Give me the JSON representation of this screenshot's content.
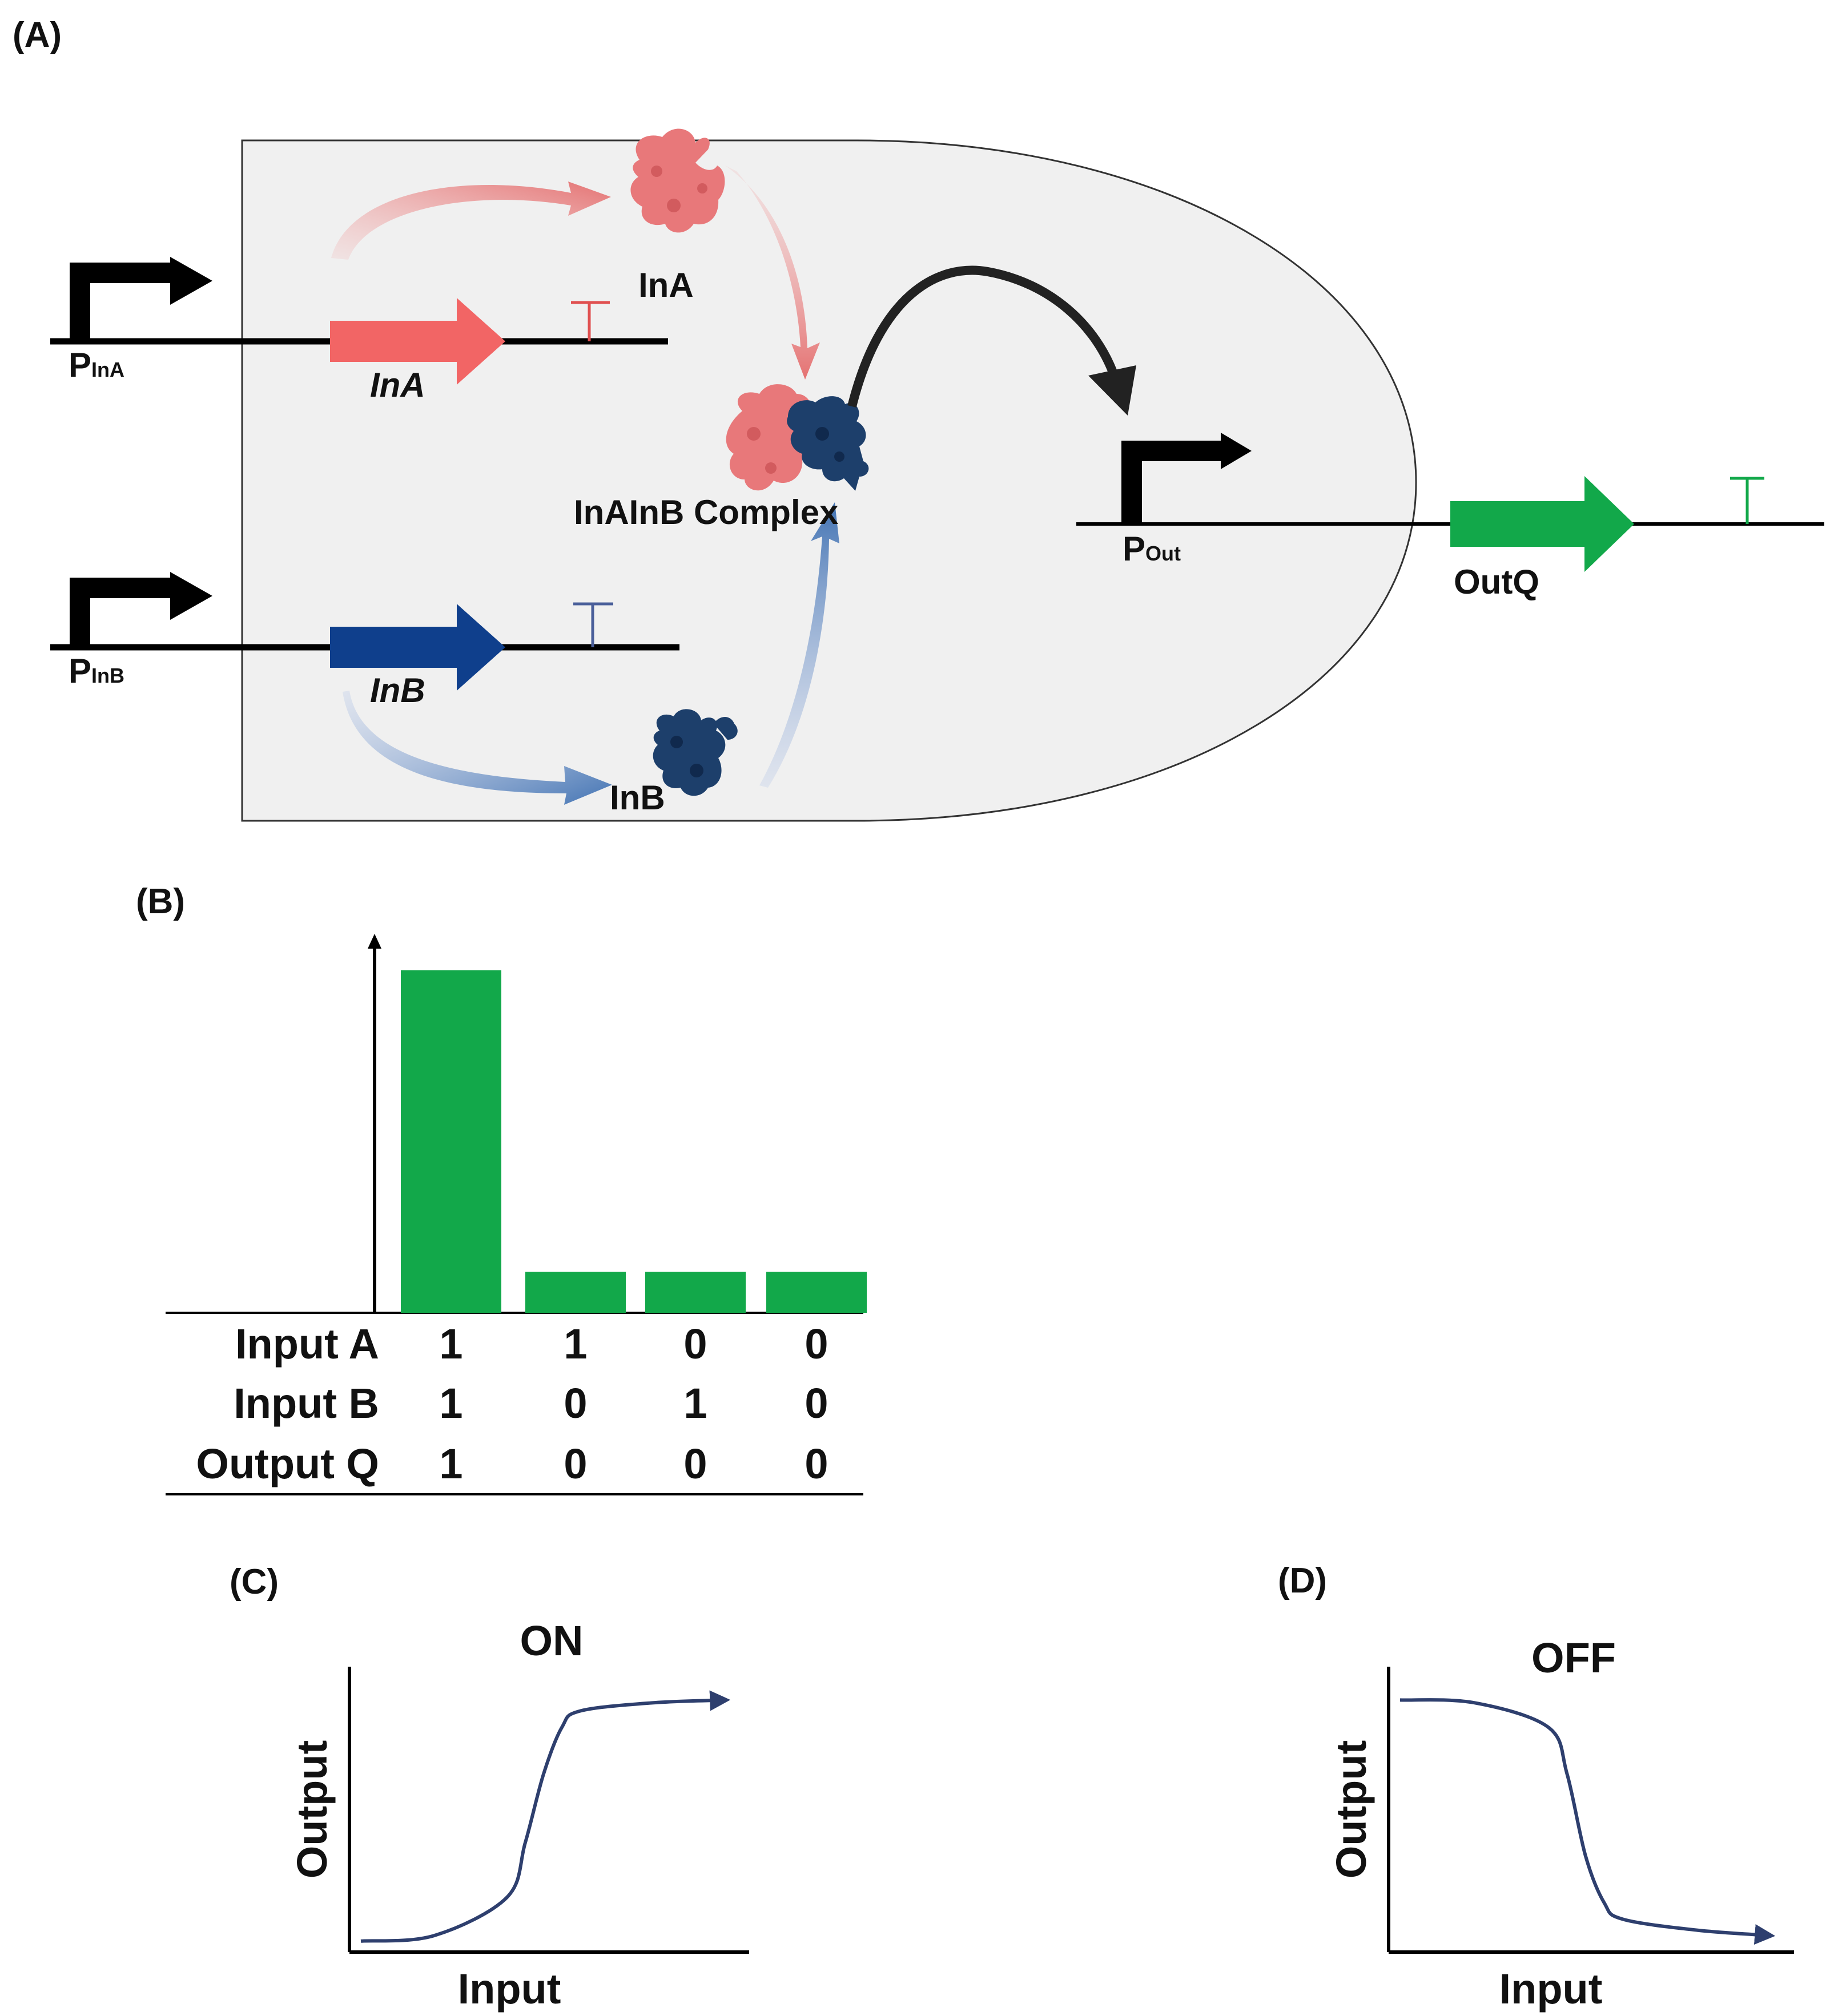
{
  "panels": {
    "a": {
      "label": "(A)"
    },
    "b": {
      "label": "(B)"
    },
    "c": {
      "label": "(C)"
    },
    "d": {
      "label": "(D)"
    }
  },
  "circuit": {
    "promoter_a": {
      "main": "P",
      "sub": "InA"
    },
    "promoter_b": {
      "main": "P",
      "sub": "InB"
    },
    "promoter_out": {
      "main": "P",
      "sub": "Out"
    },
    "gene_a": "InA",
    "gene_b": "InB",
    "protein_a": "InA",
    "protein_b": "InB",
    "complex": "InAInB Complex",
    "gene_out": "OutQ",
    "colors": {
      "gene_a": "#f26565",
      "gene_b": "#0f3f8c",
      "gene_out": "#12a84a",
      "cell_fill": "#f0f0f0",
      "protein_a": "#e8787a",
      "protein_b": "#1d3f6b"
    }
  },
  "chart_data": [
    {
      "type": "bar",
      "categories": [
        "1 / 1",
        "1 / 0",
        "0 / 1",
        "0 / 0"
      ],
      "values": [
        1,
        0.12,
        0.12,
        0.12
      ],
      "ylim": [
        0,
        1.1
      ],
      "color": "#12a84a",
      "table": {
        "rows": [
          {
            "label": "Input A",
            "values": [
              "1",
              "1",
              "0",
              "0"
            ]
          },
          {
            "label": "Input B",
            "values": [
              "1",
              "0",
              "1",
              "0"
            ]
          },
          {
            "label": "Output Q",
            "values": [
              "1",
              "0",
              "0",
              "0"
            ]
          }
        ]
      }
    },
    {
      "type": "line",
      "title": "ON",
      "xlabel": "Input",
      "ylabel": "Output",
      "shape": "sigmoid-increasing",
      "x": [
        0,
        0.2,
        0.4,
        0.45,
        0.5,
        0.55,
        0.6,
        0.8,
        1
      ],
      "y": [
        0.04,
        0.06,
        0.2,
        0.4,
        0.65,
        0.82,
        0.88,
        0.91,
        0.92
      ],
      "color": "#2e3f6e"
    },
    {
      "type": "line",
      "title": "OFF",
      "xlabel": "Input",
      "ylabel": "Output",
      "shape": "sigmoid-decreasing",
      "x": [
        0,
        0.2,
        0.4,
        0.45,
        0.5,
        0.55,
        0.6,
        0.8,
        1
      ],
      "y": [
        0.92,
        0.91,
        0.82,
        0.65,
        0.35,
        0.18,
        0.12,
        0.08,
        0.06
      ],
      "color": "#2e3f6e"
    }
  ]
}
